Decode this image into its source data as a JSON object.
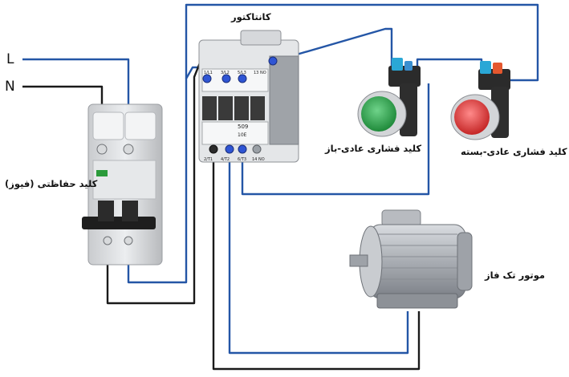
{
  "labels": {
    "line_l": "L",
    "line_n": "N",
    "contactor": "کانتاکتور",
    "breaker": "کلید حفاظتی (فیوز)",
    "push_open": "کلید فشاری عادی-باز",
    "push_closed": "کلید فشاری عادی-بسته",
    "motor": "موتور تک فاز"
  },
  "contactor_marks": {
    "top_terminals": [
      "1/L1",
      "3/L2",
      "5/L3",
      "13 NO"
    ],
    "front_model": "509",
    "front_sub": "10E",
    "bottom_terminals": [
      "2/T1",
      "4/T2",
      "6/T3",
      "14 NO"
    ]
  },
  "colors": {
    "wire_blue": "#2456a6",
    "wire_black": "#1a1a1a",
    "button_green": "#2fa34a",
    "button_red": "#e23a3a",
    "terminal_blue": "#2f55d4"
  }
}
